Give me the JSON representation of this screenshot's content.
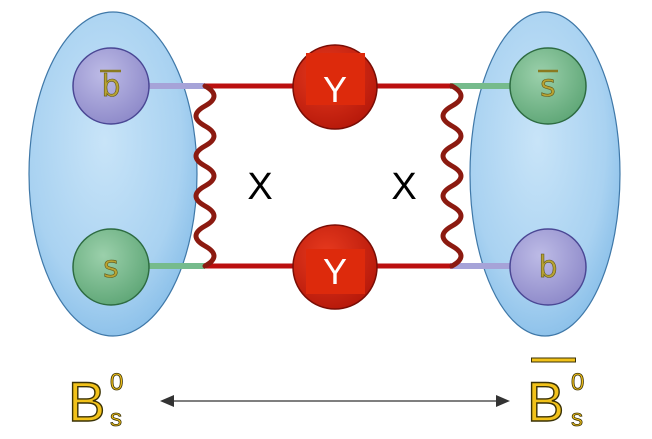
{
  "diagram": {
    "quarks": {
      "top_left": "b",
      "bottom_left": "s",
      "top_right": "s",
      "bottom_right": "b"
    },
    "vertices": {
      "top": "Y",
      "bottom": "Y"
    },
    "bosons": {
      "left": "X",
      "right": "X"
    },
    "mesons": {
      "left": {
        "symbol": "B",
        "superscript": "0",
        "subscript": "s"
      },
      "right": {
        "symbol": "B",
        "superscript": "0",
        "subscript": "s"
      }
    },
    "colors": {
      "meson_blob": "#a9d2f1",
      "b_quark": "#a6a3d8",
      "s_quark": "#76bb8c",
      "propagator": "#bb0f0f",
      "vertex": "#dd2a0c",
      "label_gold": "#f2c21a"
    }
  }
}
